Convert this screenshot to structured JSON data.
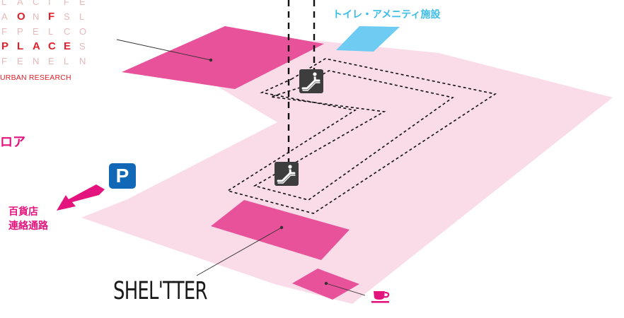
{
  "logo": {
    "rows": [
      [
        "L",
        "A",
        "C",
        "I",
        "F",
        "E"
      ],
      [
        "A",
        "O",
        "N",
        "F",
        "S",
        "L"
      ],
      [
        "F",
        "P",
        "E",
        "L",
        "C",
        "O"
      ],
      [
        "P",
        "L",
        "A",
        "C",
        "E",
        "S"
      ],
      [
        "F",
        "E",
        "N",
        "E",
        "L",
        "N"
      ]
    ],
    "subtitle": "URBAN RESEARCH"
  },
  "labels": {
    "amenity": "トイレ・アメニティ施設",
    "floor": "ロア",
    "dept_line1": "百貨店",
    "dept_line2": "連絡通路",
    "shelter": "SHEL'TTER",
    "parking": "P"
  },
  "icons": {
    "escalator_upper": "escalator-icon",
    "escalator_lower": "escalator-icon",
    "cafe": "coffee-cup-icon",
    "parking": "parking-icon",
    "direction": "arrow-left-down-icon"
  },
  "colors": {
    "floor_area": "#fadce8",
    "shop_block": "#e8529a",
    "amenity_zone": "#6ecbf2",
    "accent_pink": "#e4147f",
    "logo_red": "#e0212b",
    "parking_blue": "#1068b7",
    "escalator_dark": "#3d3d3d"
  }
}
